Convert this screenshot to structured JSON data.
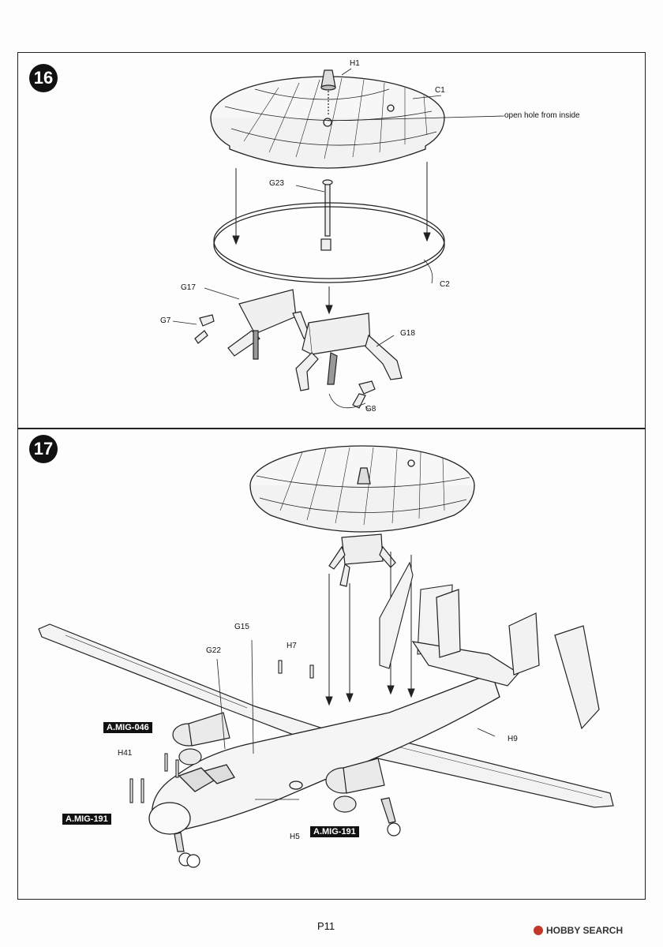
{
  "steps": {
    "step16": {
      "number": "16",
      "labels": {
        "H1": "H1",
        "C1": "C1",
        "note": "open hole from inside",
        "G23": "G23",
        "C2": "C2",
        "G17": "G17",
        "G7": "G7",
        "G18": "G18",
        "G8": "G8"
      }
    },
    "step17": {
      "number": "17",
      "labels": {
        "G15": "G15",
        "G22": "G22",
        "H7": "H7",
        "H9": "H9",
        "H41": "H41",
        "H5": "H5"
      },
      "paint_codes": {
        "mig046": "A.MIG-046",
        "mig191_left": "A.MIG-191",
        "mig191_right": "A.MIG-191"
      }
    }
  },
  "footer": {
    "page_number": "P11",
    "watermark": "HOBBY SEARCH"
  }
}
